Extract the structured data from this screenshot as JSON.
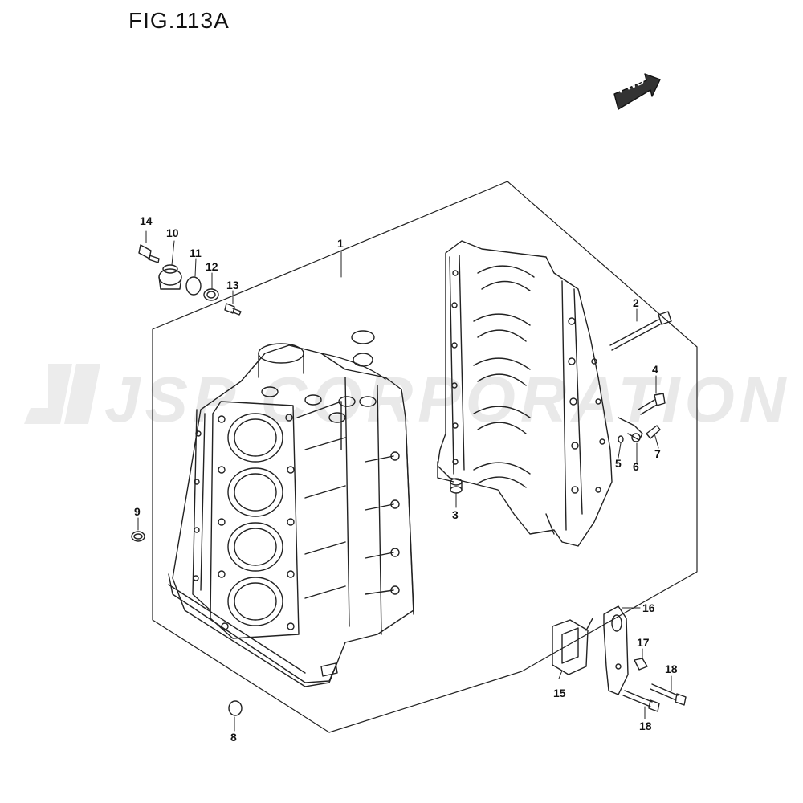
{
  "figure": {
    "title": "FIG.113A"
  },
  "direction_indicator": {
    "label": "FWD",
    "icon": "forward-arrow-icon"
  },
  "watermark": {
    "text": "JSP CORPORATION"
  },
  "callouts": {
    "c1": "1",
    "c2": "2",
    "c3": "3",
    "c4": "4",
    "c5": "5",
    "c6": "6",
    "c7": "7",
    "c8": "8",
    "c9": "9",
    "c10": "10",
    "c11": "11",
    "c12": "12",
    "c13": "13",
    "c14": "14",
    "c15": "15",
    "c16": "16",
    "c17": "17",
    "c18a": "18",
    "c18b": "18"
  }
}
